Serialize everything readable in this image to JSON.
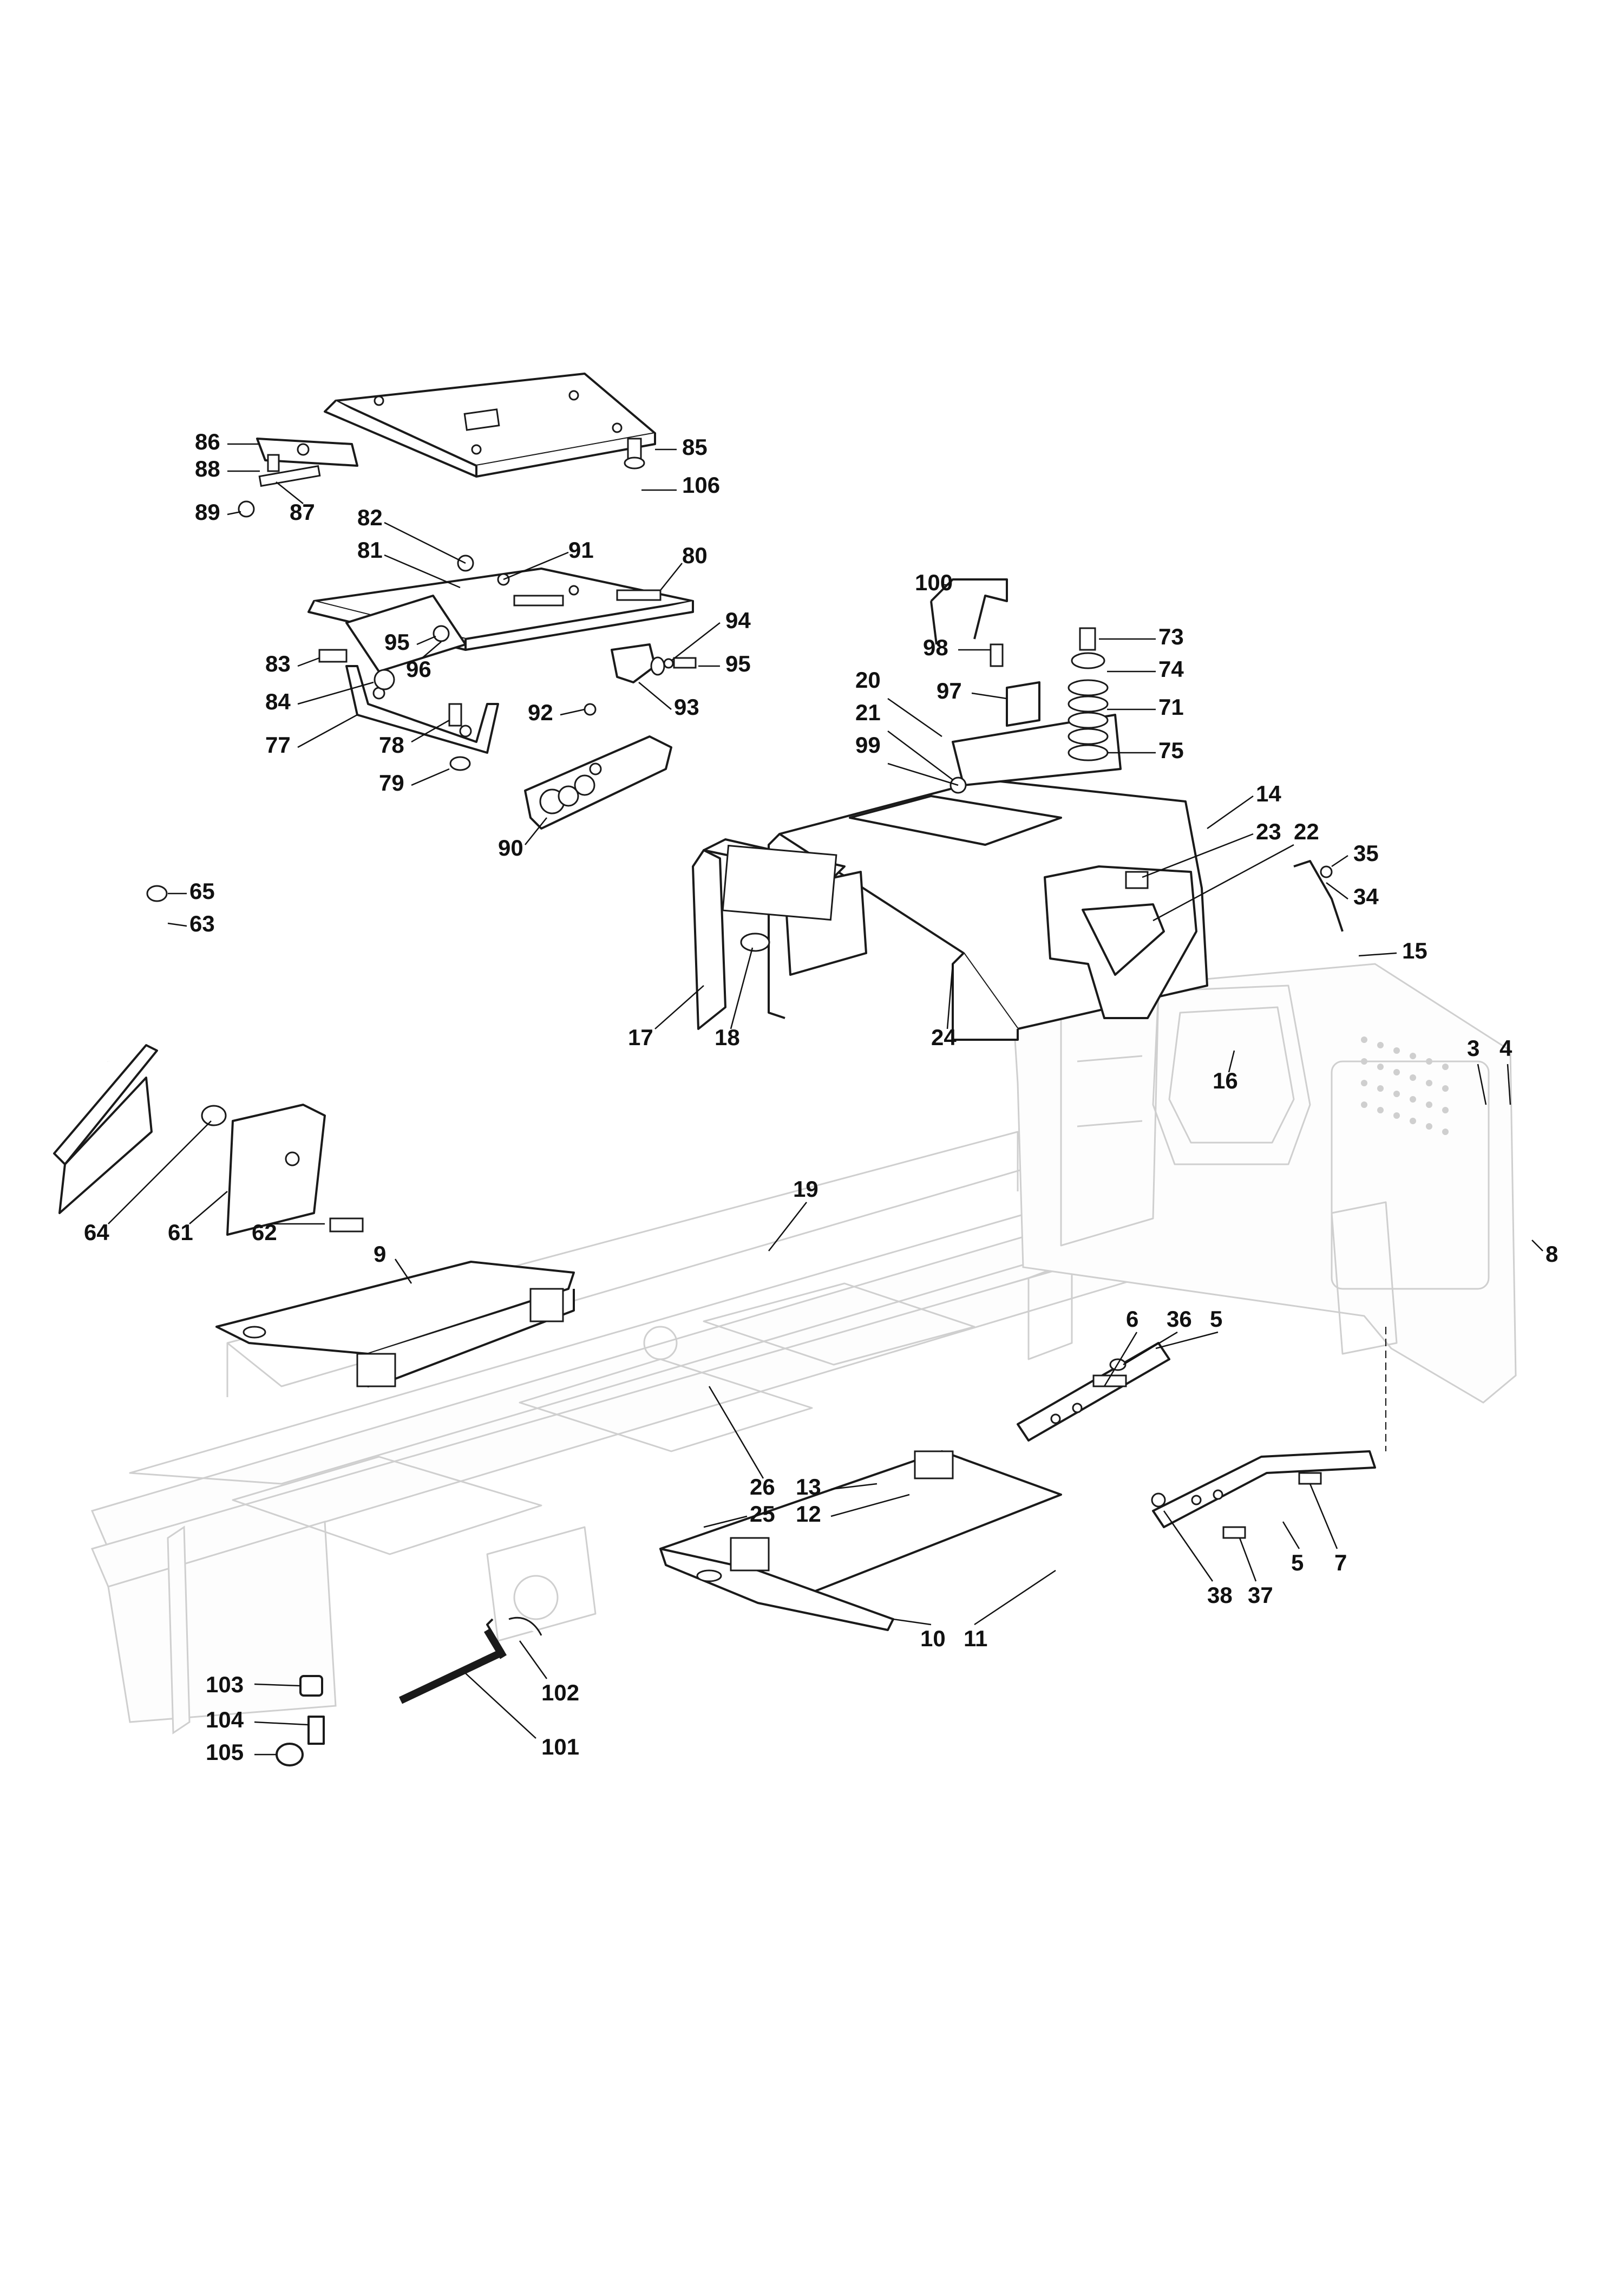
{
  "diagram": {
    "colors": {
      "line": "#1a1a1a",
      "ghost": "#cfcfcf",
      "background": "#ffffff"
    },
    "callouts": [
      "85",
      "106",
      "86",
      "88",
      "87",
      "89",
      "82",
      "81",
      "91",
      "80",
      "95",
      "96",
      "94",
      "95b",
      "83",
      "84",
      "77",
      "78",
      "79",
      "93",
      "92",
      "90",
      "100",
      "73",
      "98",
      "74",
      "97",
      "71",
      "20",
      "75",
      "21",
      "99",
      "14",
      "23",
      "22",
      "35",
      "34",
      "15",
      "65",
      "63",
      "17",
      "18",
      "24",
      "16",
      "3",
      "4",
      "19",
      "8",
      "64",
      "61",
      "62",
      "9",
      "6",
      "36",
      "5",
      "26",
      "13",
      "12",
      "25",
      "5b",
      "7",
      "38",
      "37",
      "10",
      "11",
      "103",
      "102",
      "104",
      "101",
      "105"
    ],
    "labels": {
      "85": "85",
      "106": "106",
      "86": "86",
      "88": "88",
      "87": "87",
      "89": "89",
      "82": "82",
      "81": "81",
      "91": "91",
      "80": "80",
      "95": "95",
      "96": "96",
      "94": "94",
      "95b": "95",
      "83": "83",
      "84": "84",
      "77": "77",
      "78": "78",
      "79": "79",
      "93": "93",
      "92": "92",
      "90": "90",
      "100": "100",
      "73": "73",
      "98": "98",
      "74": "74",
      "97": "97",
      "71": "71",
      "20": "20",
      "75": "75",
      "21": "21",
      "99": "99",
      "14": "14",
      "23": "23",
      "22": "22",
      "35": "35",
      "34": "34",
      "15": "15",
      "65": "65",
      "63": "63",
      "17": "17",
      "18": "18",
      "24": "24",
      "16": "16",
      "3": "3",
      "4": "4",
      "19": "19",
      "8": "8",
      "64": "64",
      "61": "61",
      "62": "62",
      "9": "9",
      "6": "6",
      "36": "36",
      "5": "5",
      "26": "26",
      "13": "13",
      "12": "12",
      "25": "25",
      "5b": "5",
      "7": "7",
      "38": "38",
      "37": "37",
      "10": "10",
      "11": "11",
      "103": "103",
      "102": "102",
      "104": "104",
      "101": "101",
      "105": "105"
    }
  }
}
